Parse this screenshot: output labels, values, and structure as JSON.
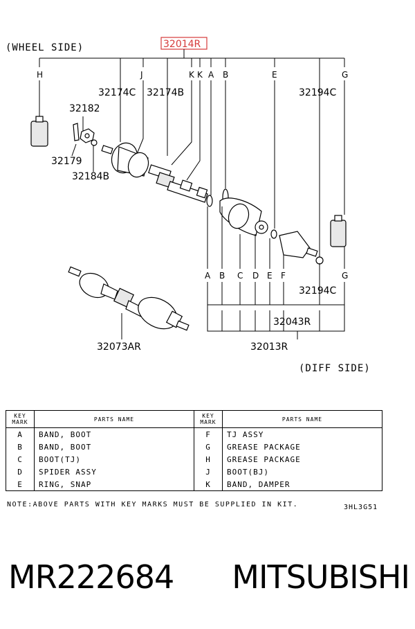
{
  "diagram": {
    "wheel_side": "(WHEEL SIDE)",
    "diff_side": "(DIFF SIDE)",
    "top_part_number": "32014R",
    "top_keys": [
      "H",
      "J",
      "K",
      "K",
      "A",
      "B",
      "E",
      "G"
    ],
    "bottom_keys": [
      "A",
      "B",
      "C",
      "D",
      "E",
      "F",
      "G"
    ],
    "labels": {
      "p32174C": "32174C",
      "p32174B": "32174B",
      "p32182": "32182",
      "p32179": "32179",
      "p32184B": "32184B",
      "p32194C_top": "32194C",
      "p32194C_bottom": "32194C",
      "p32043R": "32043R",
      "p32013R": "32013R",
      "p32073AR": "32073AR"
    },
    "highlight_color": "#d63a3a"
  },
  "legend": {
    "headers": {
      "key_mark": "KEY MARK",
      "parts_name": "PARTS NAME"
    },
    "rows": [
      {
        "k1": "A",
        "n1": "BAND, BOOT",
        "k2": "F",
        "n2": "TJ ASSY"
      },
      {
        "k1": "B",
        "n1": "BAND, BOOT",
        "k2": "G",
        "n2": "GREASE PACKAGE"
      },
      {
        "k1": "C",
        "n1": "BOOT(TJ)",
        "k2": "H",
        "n2": "GREASE PACKAGE"
      },
      {
        "k1": "D",
        "n1": "SPIDER ASSY",
        "k2": "J",
        "n2": "BOOT(BJ)"
      },
      {
        "k1": "E",
        "n1": "RING, SNAP",
        "k2": "K",
        "n2": "BAND, DAMPER"
      }
    ],
    "note": "NOTE:ABOVE PARTS WITH KEY MARKS MUST BE SUPPLIED IN KIT.",
    "code": "3HL3G51"
  },
  "bottom": {
    "part_number": "MR222684",
    "brand": "MITSUBISHI"
  }
}
